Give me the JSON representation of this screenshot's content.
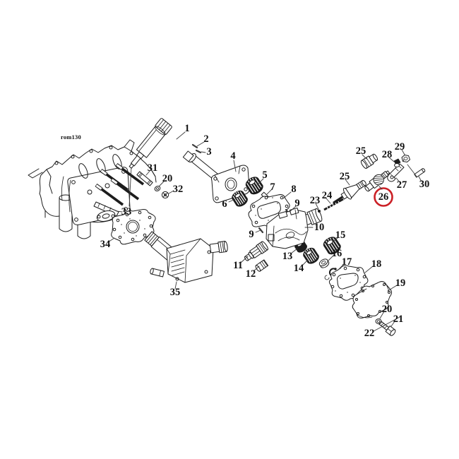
{
  "figure": {
    "ref_code": "rom130",
    "type": "exploded-parts-diagram",
    "subject": "oil-pump-assembly",
    "highlighted_part_number": "26",
    "highlight_color": "#cb2026",
    "line_color": "#1b1b1b",
    "background_color": "#ffffff"
  },
  "labels": {
    "n1": "1",
    "n2": "2",
    "n3": "3",
    "n4": "4",
    "n5": "5",
    "n6": "6",
    "n7": "7",
    "n8": "8",
    "n9a": "9",
    "n9b": "9",
    "n10": "10",
    "n11": "11",
    "n12": "12",
    "n13": "13",
    "n14": "14",
    "n15": "15",
    "n16": "16",
    "n17": "17",
    "n18": "18",
    "n19": "19",
    "n20a": "20",
    "n20b": "20",
    "n21": "21",
    "n22": "22",
    "n23": "23",
    "n24": "24",
    "n25a": "25",
    "n25b": "25",
    "n26": "26",
    "n27": "27",
    "n28": "28",
    "n29": "29",
    "n30": "30",
    "n31": "31",
    "n32": "32",
    "n33": "33",
    "n34": "34",
    "n35": "35"
  }
}
